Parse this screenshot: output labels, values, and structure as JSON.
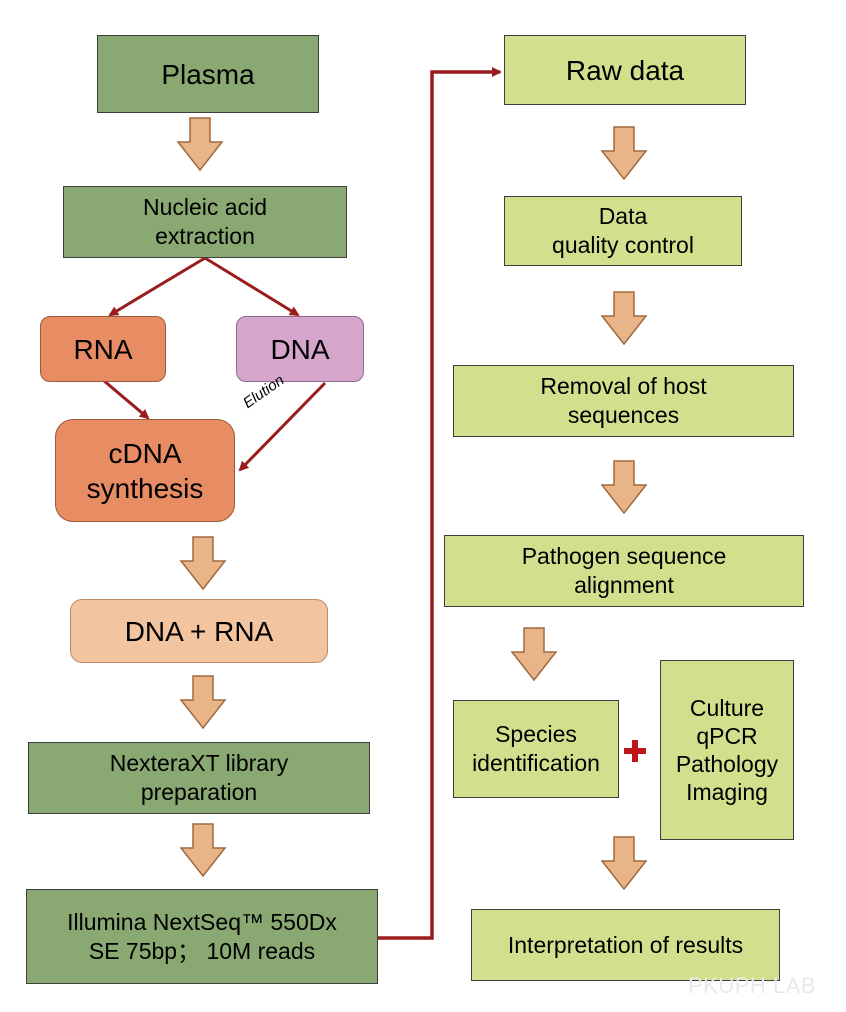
{
  "steps": {
    "plasma": "Plasma",
    "extraction": "Nucleic acid\nextraction",
    "rna": "RNA",
    "dna": "DNA",
    "elution": "Elution",
    "cdna": "cDNA\nsynthesis",
    "dna_rna": "DNA + RNA",
    "library": "NexteraXT library\npreparation",
    "sequencing": "Illumina NextSeq™ 550Dx\nSE 75bp；  10M reads",
    "raw_data": "Raw data",
    "qc": "Data\nquality control",
    "host_removal": "Removal of host\nsequences",
    "alignment": "Pathogen sequence\nalignment",
    "species": "Species\nidentification",
    "other_methods": "Culture\nqPCR\nPathology\nImaging",
    "interpretation": "Interpretation of results"
  },
  "watermark": "PKUPH LAB",
  "colors": {
    "dark_green": "#8aa872",
    "light_green": "#d2e08e",
    "rna": "#e88c64",
    "dna": "#d6a5cc",
    "dna_rna": "#f2c4a0",
    "down_arrow": "#e9b488",
    "connector": "#9b1c1c",
    "plus": "#c0141c"
  }
}
